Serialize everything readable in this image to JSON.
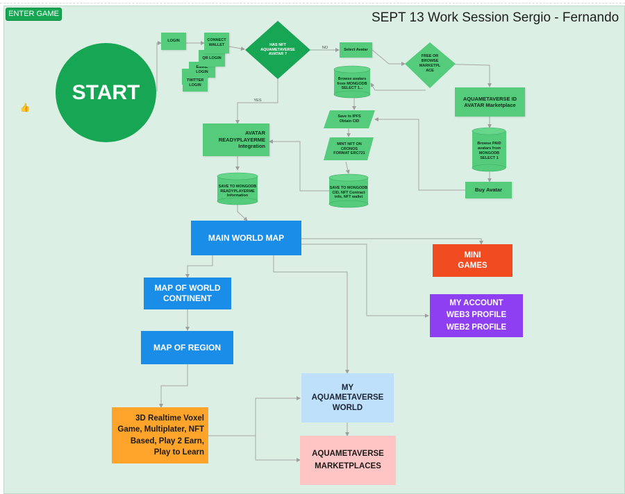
{
  "board": {
    "enter_game_label": "ENTER GAME",
    "title": "SEPT 13 Work Session Sergio - Fernando",
    "thumbs_icon": "thumbs-up-icon"
  },
  "nodes": {
    "start": "START",
    "login": "LOGIN",
    "connect_wallet": "CONNECT\nWALLET",
    "qr_login": "QR LOGIN",
    "email_login": "EMAIL\nLOGIN",
    "fb_login": "FB",
    "twitter_login": "TWITTER\nLOGIN",
    "has_nft": "HAS NFT\nAQUAMETAVERSE\nAVATAR ?",
    "no_label": "NO",
    "yes_label": "YES",
    "select_avatar": "Select Avatar",
    "free_or_browse": "FREE OR\nBROWSE\nMARKETPL\nACE",
    "browse_avatars_mongo": "Browse avatars\nfrom MONGODB\nSELECT 1...",
    "save_ipfs": "Save to IPFS\nObtain CID",
    "mint_nft": "MINT NFT ON\nCRONOS\nFORMAT ERC721",
    "save_mongo_cid": "SAVE TO MONGODB\nCID, NFT Contract\ninfo, NFT wallet",
    "avatar_rpm": "AVATAR\nREADYPLAYERME\nIntegration",
    "save_mongo_rpm": "SAVE TO MONGODB\nREADYPLAYERME\nInformation",
    "aquametaverse_id": "AQUAMETAVERSE ID\nAVATAR Marketplace",
    "browse_paid": "Browse PAID\navatars from\nMONGODB\nSELECT 1",
    "buy_avatar": "Buy Avatar",
    "main_world_map": "MAIN WORLD MAP",
    "mini_games": "MINI\nGAMES",
    "my_account": "MY ACCOUNT\nWEB3 PROFILE\nWEB2 PROFILE",
    "map_world_continent": "MAP OF WORLD\nCONTINENT",
    "map_region": "MAP OF REGION",
    "my_world": "MY\nAQUAMETAVERSE\nWORLD",
    "realtime_game": "3D Realtime Voxel\nGame, Multiplater, NFT\nBased, Play 2 Earn,\nPlay to Learn",
    "marketplaces": "AQUAMETAVERSE\nMARKETPLACES"
  },
  "colors": {
    "board_bg": "#dcefe4",
    "green": "#54cc7c",
    "start_green": "#17a654",
    "blue": "#1a8de8",
    "red": "#f14b22",
    "purple": "#8f3ff2",
    "orange": "#ffa42b",
    "light_blue": "#bfe0fb",
    "pink": "#ffc4c4",
    "connector": "#9e9e9e"
  }
}
